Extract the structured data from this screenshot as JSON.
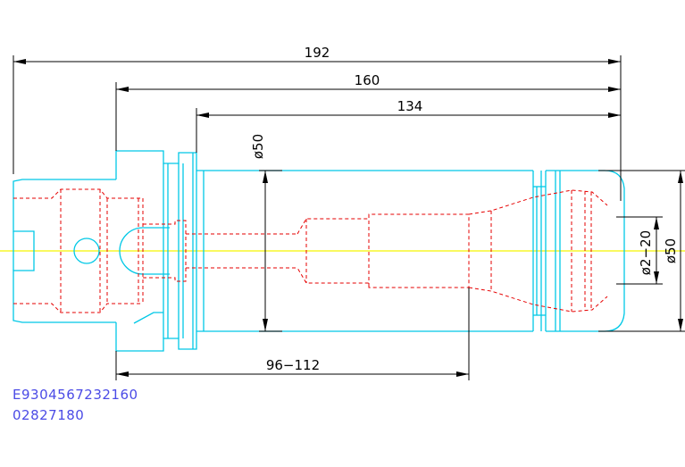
{
  "dimensions": {
    "overall_length": "192",
    "gauge_length": "160",
    "body_length": "134",
    "insert_length": "96−112",
    "shank_diameter": "ø50",
    "clamping_range": "ø2−20",
    "nut_diameter": "ø50"
  },
  "codes": {
    "line1": "E9304567232160",
    "line2": "02827180"
  },
  "colors": {
    "outline": "#00c8e6",
    "hidden_lines": "#e60000",
    "centerline": "#f5f500",
    "dimensions": "#000000",
    "code_text": "#4b4be6"
  }
}
